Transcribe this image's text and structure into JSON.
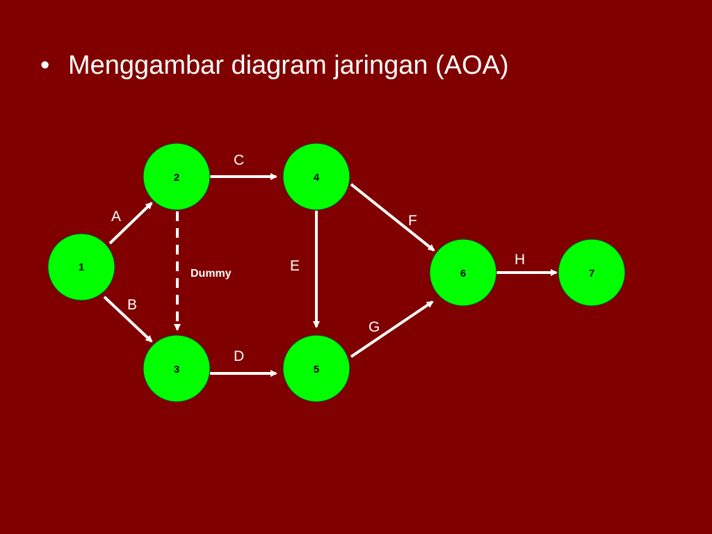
{
  "slide": {
    "bullet": "•",
    "title": "Menggambar diagram jaringan (AOA)"
  },
  "colors": {
    "background": "#800000",
    "node_fill": "#00ff00",
    "edge": "#ffffff",
    "text": "#ffffff"
  },
  "diagram": {
    "nodes": [
      {
        "id": "1",
        "label": "1"
      },
      {
        "id": "2",
        "label": "2"
      },
      {
        "id": "3",
        "label": "3"
      },
      {
        "id": "4",
        "label": "4"
      },
      {
        "id": "5",
        "label": "5"
      },
      {
        "id": "6",
        "label": "6"
      },
      {
        "id": "7",
        "label": "7"
      }
    ],
    "edges": [
      {
        "from": "1",
        "to": "2",
        "label": "A",
        "style": "solid"
      },
      {
        "from": "1",
        "to": "3",
        "label": "B",
        "style": "solid"
      },
      {
        "from": "2",
        "to": "4",
        "label": "C",
        "style": "solid"
      },
      {
        "from": "3",
        "to": "5",
        "label": "D",
        "style": "solid"
      },
      {
        "from": "4",
        "to": "5",
        "label": "E",
        "style": "solid"
      },
      {
        "from": "4",
        "to": "6",
        "label": "F",
        "style": "solid"
      },
      {
        "from": "5",
        "to": "6",
        "label": "G",
        "style": "solid"
      },
      {
        "from": "6",
        "to": "7",
        "label": "H",
        "style": "solid"
      },
      {
        "from": "2",
        "to": "3",
        "label": "Dummy",
        "style": "dashed"
      }
    ]
  }
}
